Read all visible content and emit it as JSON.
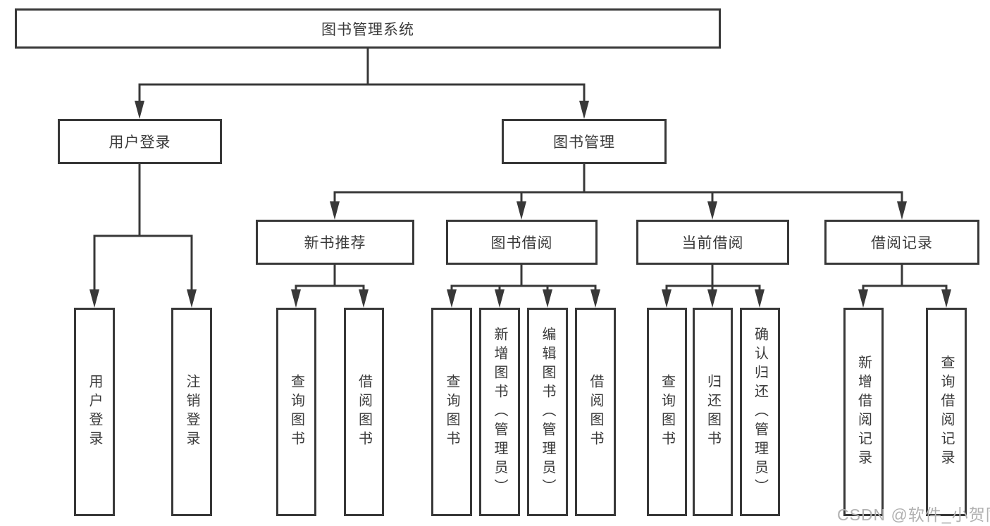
{
  "tree": {
    "root": {
      "label": "图书管理系统"
    },
    "branches": [
      {
        "label": "用户登录",
        "children": [
          {
            "label": "用户登录"
          },
          {
            "label": "注销登录"
          }
        ]
      },
      {
        "label": "图书管理",
        "children": [
          {
            "label": "新书推荐",
            "children": [
              {
                "label": "查询图书"
              },
              {
                "label": "借阅图书"
              }
            ]
          },
          {
            "label": "图书借阅",
            "children": [
              {
                "label": "查询图书"
              },
              {
                "label": "新增图书（管理员）"
              },
              {
                "label": "编辑图书（管理员）"
              },
              {
                "label": "借阅图书"
              }
            ]
          },
          {
            "label": "当前借阅",
            "children": [
              {
                "label": "查询图书"
              },
              {
                "label": "归还图书"
              },
              {
                "label": "确认归还（管理员）"
              }
            ]
          },
          {
            "label": "借阅记录",
            "children": [
              {
                "label": "新增借阅记录"
              },
              {
                "label": "查询借阅记录"
              }
            ]
          }
        ]
      }
    ]
  },
  "watermark": {
    "text": "CSDN @软件_小贺同学"
  },
  "colors": {
    "border": "#383838",
    "text": "#3a3a3a",
    "line": "#383838",
    "wm": "#b1b1b1",
    "bg": "#ffffff"
  }
}
